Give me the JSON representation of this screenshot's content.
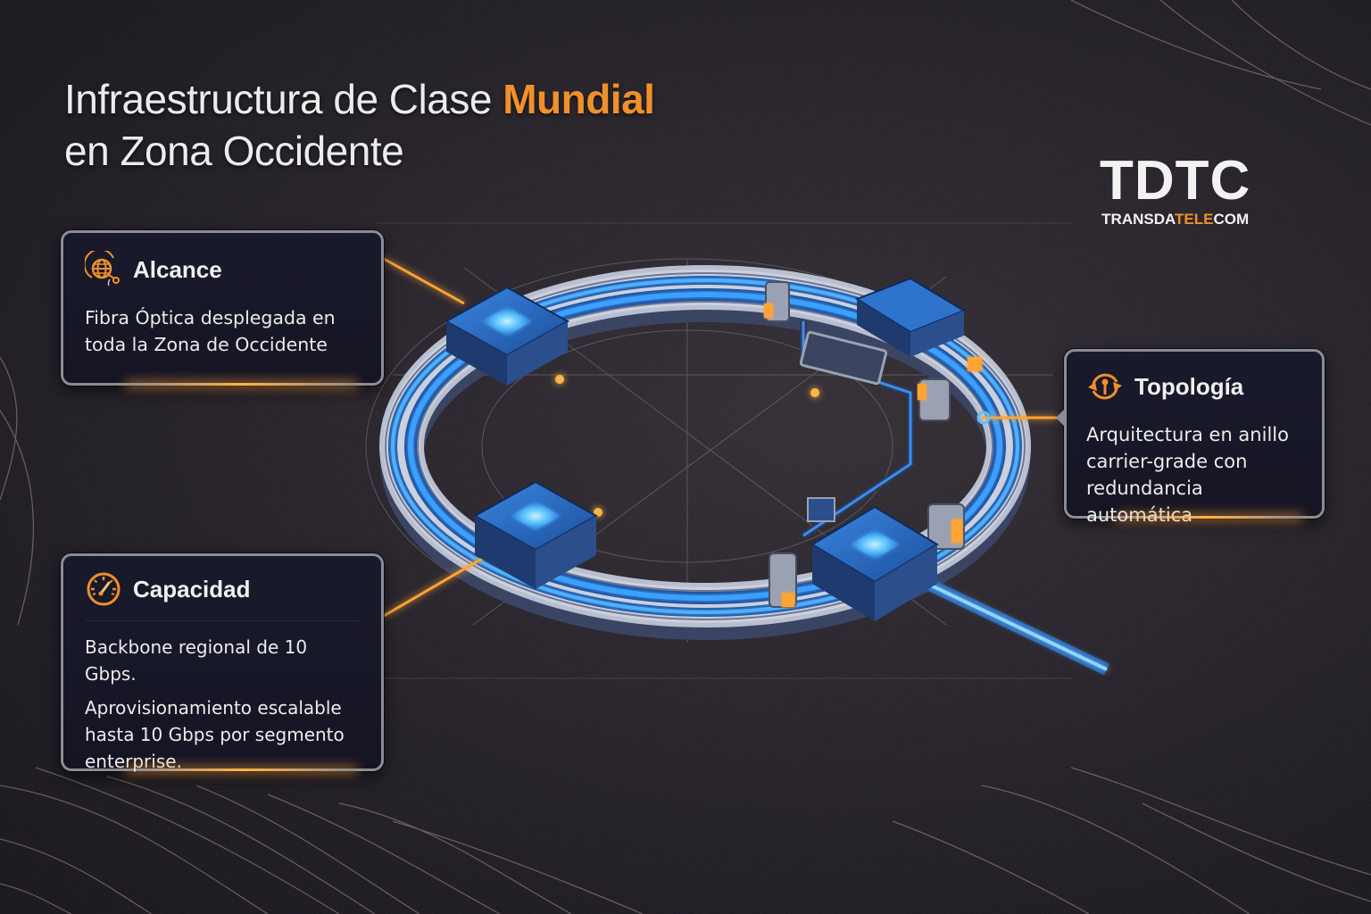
{
  "header": {
    "title_part1": "Infraestructura de Clase ",
    "title_accent": "Mundial",
    "title_line2": "en Zona Occidente"
  },
  "logo": {
    "mark": "TDTC",
    "wordmark_pre": "TRANSDA",
    "wordmark_accent": "TELE",
    "wordmark_post": "COM"
  },
  "cards": {
    "alcance": {
      "icon": "globe-network-icon",
      "title": "Alcance",
      "body": "Fibra Óptica desplegada en toda la Zona de Occidente"
    },
    "topologia": {
      "icon": "ring-rotation-icon",
      "title": "Topología",
      "body_lines": [
        "Arquitectura en anillo",
        "carrier-grade con",
        "redundancia automática"
      ]
    },
    "capacidad": {
      "icon": "speedometer-icon",
      "title": "Capacidad",
      "body_p1": "Backbone regional de 10 Gbps.",
      "body_p2": "Aprovisionamiento escalable hasta 10 Gbps por segmento enterprise."
    }
  },
  "colors": {
    "accent_orange": "#f0902a",
    "fiber_blue": "#2f8ff0",
    "node_blue": "#1d5fb5",
    "background": "#1b1820",
    "card_border": "#8a8c96"
  },
  "diagram": {
    "type": "fiber-ring-topology",
    "nodes": 4,
    "description": "Isometric fiber optic ring with four cube nodes and an outgoing trunk"
  }
}
